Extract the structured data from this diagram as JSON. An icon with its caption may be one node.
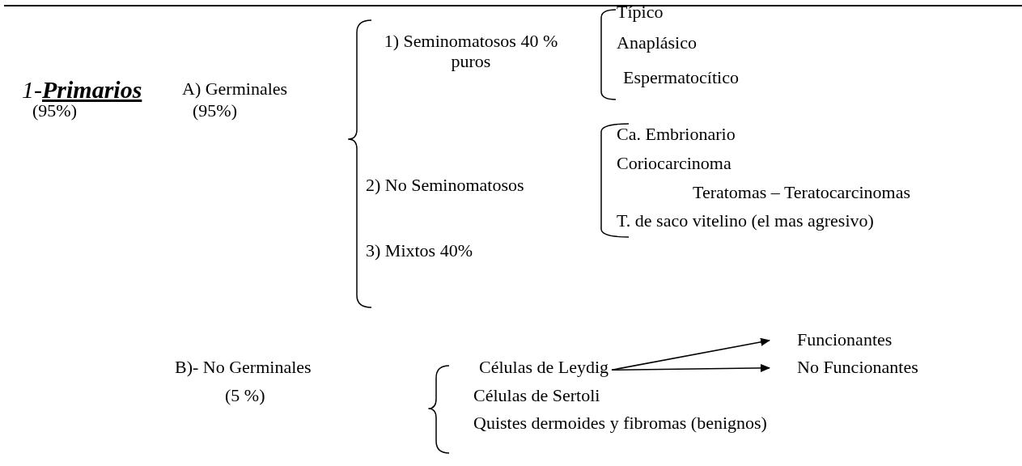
{
  "diagram": {
    "nodes": [
      {
        "text": [
          "Células de Leydig"
        ]
      },
      {
        "text": [
          "Funcionantes"
        ]
      },
      {
        "text": [
          "No Funcionantes"
        ]
      }
    ],
    "edges": [
      {
        "from": 0,
        "to": 1,
        "arrow": "to"
      },
      {
        "from": 0,
        "to": 2,
        "arrow": "to"
      }
    ],
    "labels": [
      "1-**Primarios**",
      "(95%)",
      "A) Germinales",
      "(95%)",
      "1) Seminomatosos 40 % puros",
      "Típico",
      "Anaplásico",
      "Espermatocítico",
      "2) No Seminomatosos",
      "Ca. Embrionario",
      "Coriocarcinoma",
      "Teratomas – Teratocarcinomas",
      "T. de saco vitelino (el mas agresivo)",
      "3) Mixtos 40%",
      "B)- No Germinales",
      "(5 %)",
      "Células de Sertoli",
      "Quistes dermoides y fibromas (benignos)"
    ]
  }
}
